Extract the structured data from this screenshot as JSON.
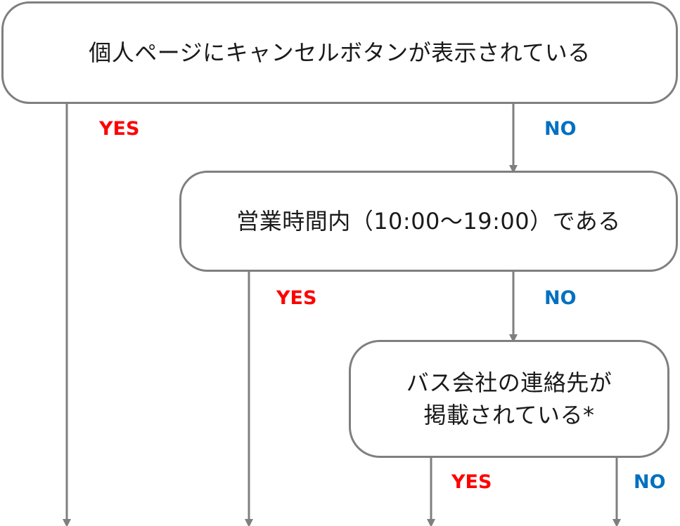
{
  "nodes": {
    "cancel_button_shown": "個人ページにキャンセルボタンが表示されている",
    "business_hours": "営業時間内（10:00～19:00）である",
    "bus_company_contact_line1": "バス会社の連絡先が",
    "bus_company_contact_line2": "掲載されている*"
  },
  "labels": {
    "yes": "YES",
    "no": "NO"
  },
  "colors": {
    "yes": "#ff0000",
    "no": "#0070c0",
    "border": "#7f7f7f",
    "arrow": "#7f7f7f"
  }
}
